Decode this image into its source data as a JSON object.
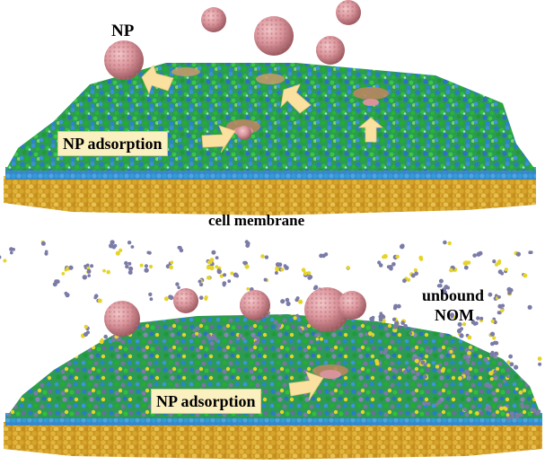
{
  "labels": {
    "np": "NP",
    "np_adsorption_top": "NP adsorption",
    "cell_membrane": "cell membrane",
    "unbound": "unbound",
    "nom": "NOM",
    "np_adsorption_bottom": "NP adsorption"
  },
  "colors": {
    "nanoparticle": "#d9939a",
    "lipid_head_blue": "#2f7fd0",
    "lipid_head_green": "#22b233",
    "lipid_tail_gold": "#d4a72a",
    "nom_purple": "#7b7ba8",
    "nom_yellow": "#e6d428",
    "arrow": "#fbe1a0",
    "label_box": "#fbf0c0"
  }
}
